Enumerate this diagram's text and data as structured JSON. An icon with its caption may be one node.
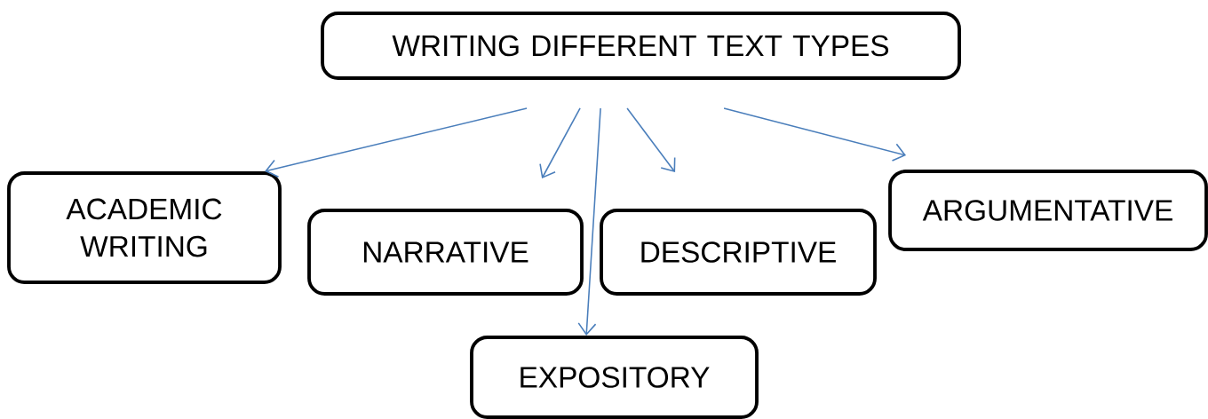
{
  "diagram": {
    "nodes": [
      {
        "text": [
          "WRITING DIFFERENT TEXT TYPES"
        ]
      },
      {
        "text": [
          "ACADEMIC WRITING"
        ]
      },
      {
        "text": [
          "NARRATIVE"
        ]
      },
      {
        "text": [
          "DESCRIPTIVE"
        ]
      },
      {
        "text": [
          "ARGUMENTATIVE"
        ]
      },
      {
        "text": [
          "EXPOSITORY"
        ]
      }
    ],
    "edges": [
      {
        "from": 0,
        "to": 1,
        "arrow": "to"
      },
      {
        "from": 0,
        "to": 2,
        "arrow": "to"
      },
      {
        "from": 0,
        "to": 5,
        "arrow": "to"
      },
      {
        "from": 0,
        "to": 3,
        "arrow": "to"
      },
      {
        "from": 0,
        "to": 4,
        "arrow": "to"
      }
    ]
  }
}
